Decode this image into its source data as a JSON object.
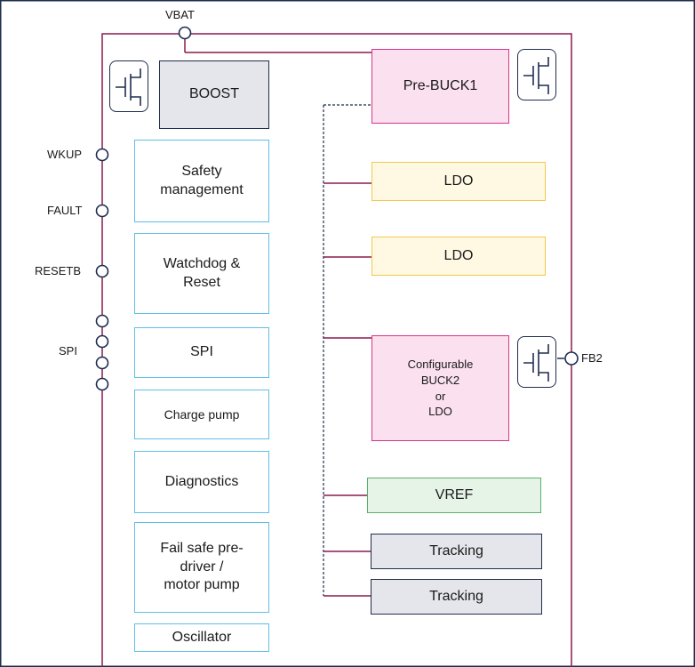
{
  "pins": {
    "vbat": "VBAT",
    "wkup": "WKUP",
    "fault": "FAULT",
    "resetb": "RESETB",
    "spi": "SPI",
    "fb2": "FB2"
  },
  "blocks": {
    "boost": "BOOST",
    "pre_buck1": "Pre-BUCK1",
    "safety": "Safety\nmanagement",
    "watchdog": "Watchdog &\nReset",
    "spi": "SPI",
    "charge_pump": "Charge pump",
    "diagnostics": "Diagnostics",
    "fail_safe": "Fail safe pre-\ndriver /\nmotor pump",
    "oscillator": "Oscillator",
    "ldo1": "LDO",
    "ldo2": "LDO",
    "buck2": "Configurable\nBUCK2\nor\nLDO",
    "vref": "VREF",
    "tracking1": "Tracking",
    "tracking2": "Tracking"
  },
  "colors": {
    "outline": "#8b1a4f",
    "navy": "#1f2d4f",
    "blue": "#5fbfe6",
    "pink": "#d6358d",
    "yellow": "#f2c94c",
    "green": "#5aaf6a"
  }
}
